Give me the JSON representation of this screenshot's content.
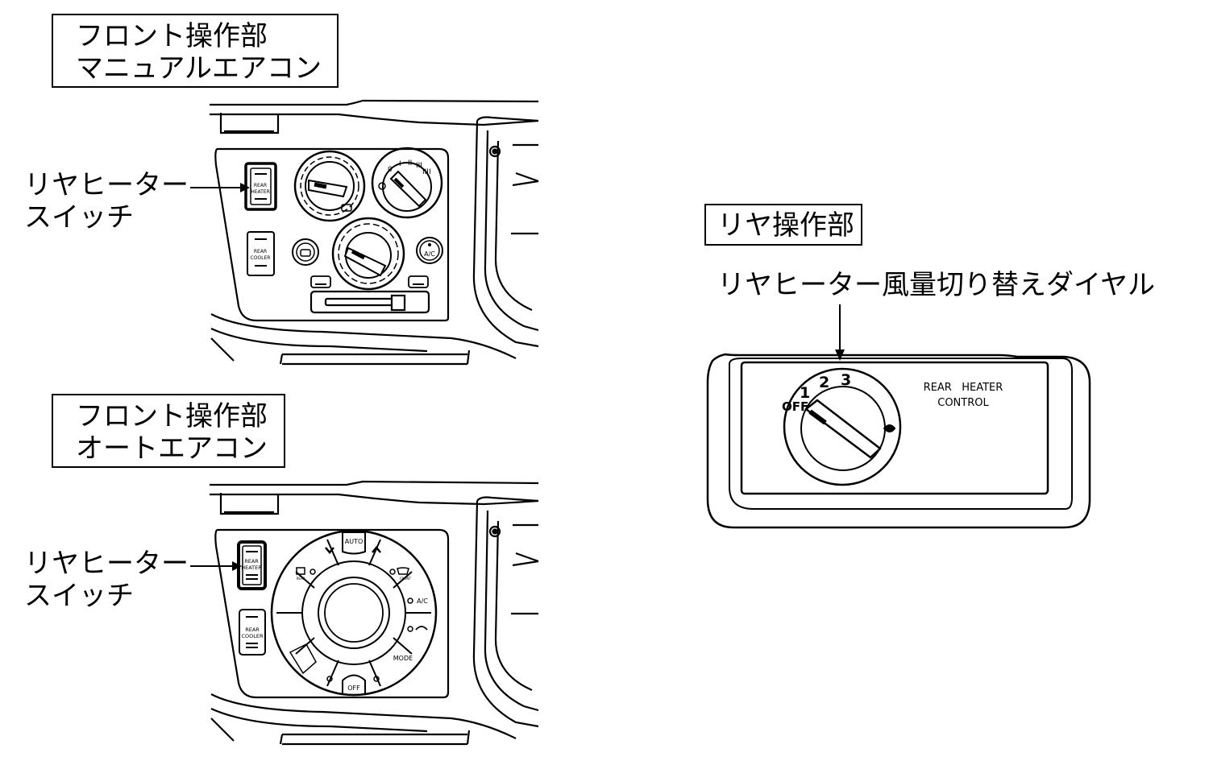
{
  "manual_panel": {
    "title_line1": "フロント操作部",
    "title_line2": "マニュアルエアコン",
    "callout_line1": "リヤヒーター",
    "callout_line2": "スイッチ",
    "rear_heater_btn": [
      "REAR",
      "HEATER"
    ],
    "rear_cooler_btn": [
      "REAR",
      "COOLER"
    ],
    "ac_label": "A/C",
    "fan_scale": [
      "0",
      "I",
      "II",
      "III",
      "IIII"
    ]
  },
  "auto_panel": {
    "title_line1": "フロント操作部",
    "title_line2": "オートエアコン",
    "callout_line1": "リヤヒーター",
    "callout_line2": "スイッチ",
    "rear_heater_btn": [
      "REAR",
      "HEATER"
    ],
    "rear_cooler_btn": [
      "REAR",
      "COOLER"
    ],
    "auto_label": "AUTO",
    "ac_label": "A/C",
    "mode_label": "MODE",
    "off_label": "OFF",
    "rear_def_label": "REAR",
    "front_def_label": "FRONT"
  },
  "rear_panel": {
    "title": "リヤ操作部",
    "callout": "リヤヒーター風量切り替えダイヤル",
    "dial_positions": [
      "OFF",
      "1",
      "2",
      "3"
    ],
    "panel_text_line1": "REAR   HEATER",
    "panel_text_line2": "CONTROL"
  }
}
